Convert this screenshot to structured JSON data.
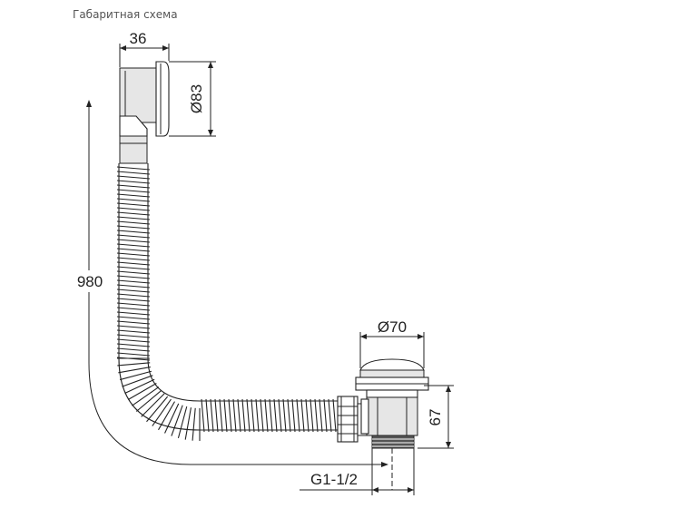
{
  "caption": "Габаритная схема",
  "dimensions": {
    "overflow_width": "36",
    "overflow_diameter": "Ø83",
    "total_length": "980",
    "drain_diameter": "Ø70",
    "drain_height": "67",
    "thread": "G1-1/2"
  },
  "colors": {
    "line": "#222222",
    "fill_light": "#e6e6e6",
    "fill_dark": "#555555"
  }
}
